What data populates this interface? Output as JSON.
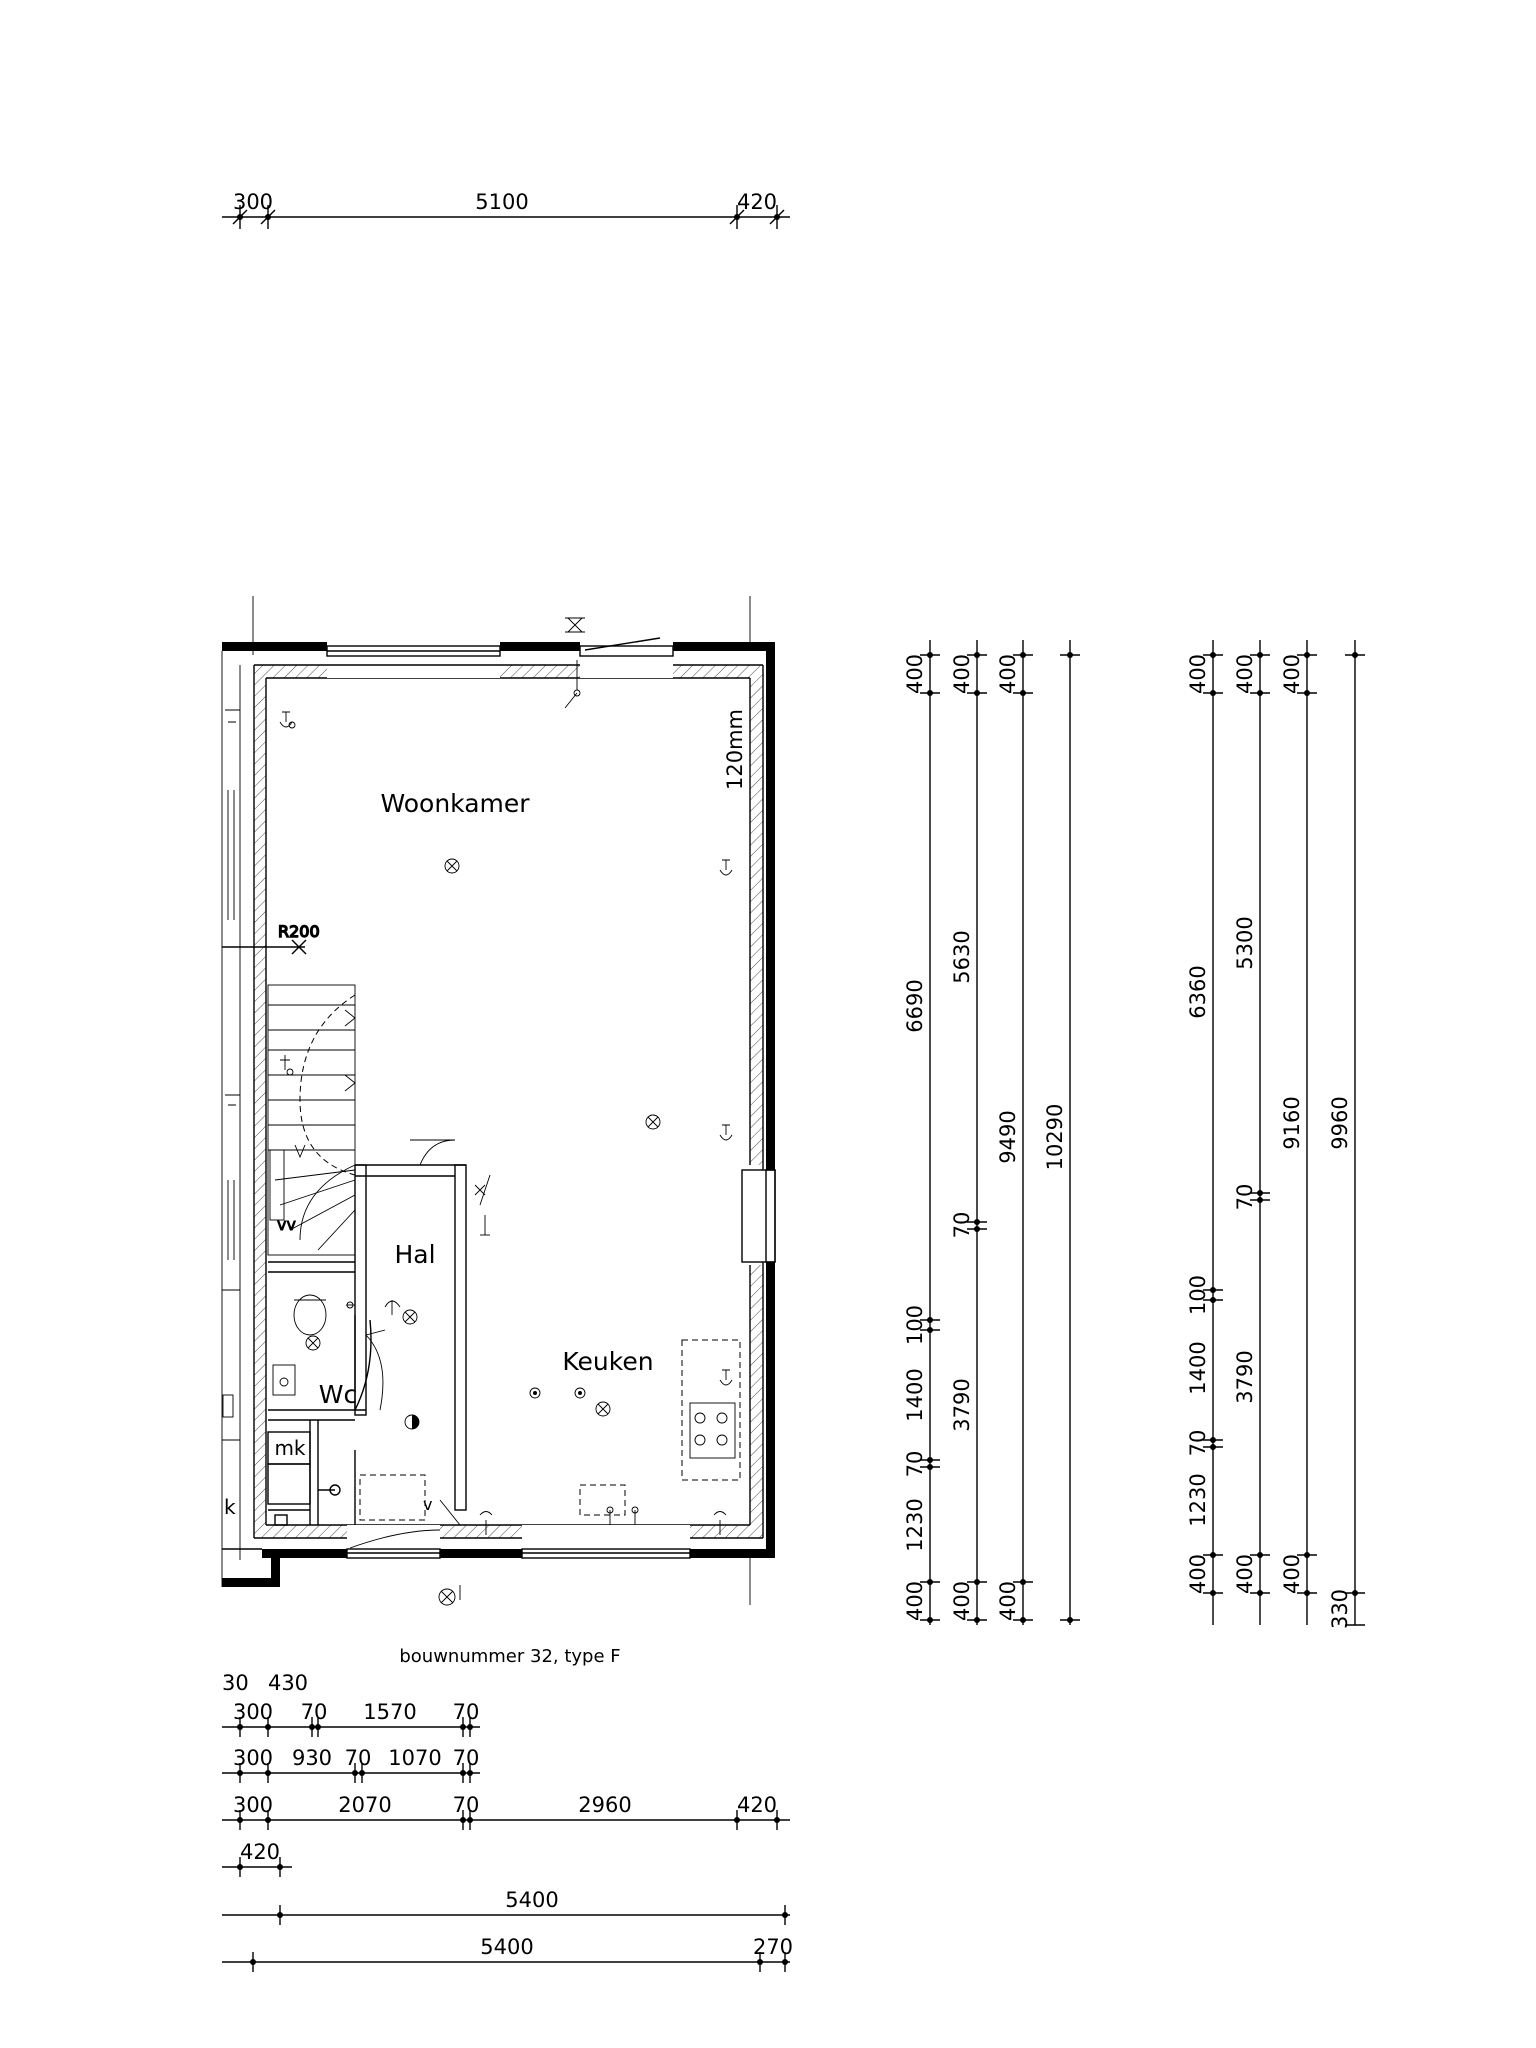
{
  "rooms": {
    "woonkamer": "Woonkamer",
    "keuken": "Keuken",
    "hal": "Hal",
    "wc": "Wc",
    "mk": "mk",
    "mk_partial": "k"
  },
  "annotations": {
    "wall_thickness": "120mm",
    "radius": "R200",
    "ventilation_a": "vv",
    "ventilation_b": "v"
  },
  "caption": "bouwnummer 32, type F",
  "dimensions": {
    "top_row": [
      "300",
      "5100",
      "420"
    ],
    "bottom_row_1": [
      "30",
      "430"
    ],
    "bottom_row_2": [
      "300",
      "70",
      "1570",
      "70"
    ],
    "bottom_row_3": [
      "300",
      "930",
      "70",
      "1070",
      "70"
    ],
    "bottom_row_4": [
      "300",
      "2070",
      "70",
      "2960",
      "420"
    ],
    "bottom_row_5": [
      "420"
    ],
    "bottom_row_6": [
      "5400"
    ],
    "bottom_row_7": [
      "5400",
      "270"
    ],
    "vertical_set_1": {
      "col_1": [
        "400",
        "6690",
        "100",
        "1400",
        "70",
        "1230",
        "400"
      ],
      "col_2": [
        "400",
        "5630",
        "70",
        "3790",
        "400"
      ],
      "col_3": [
        "400",
        "9490",
        "400"
      ],
      "col_4": [
        "10290"
      ]
    },
    "vertical_set_2": {
      "col_1": [
        "400",
        "6360",
        "100",
        "1400",
        "70",
        "1230",
        "400"
      ],
      "col_2": [
        "400",
        "5300",
        "70",
        "3790",
        "400"
      ],
      "col_3": [
        "400",
        "9160",
        "400"
      ],
      "col_4": [
        "9960",
        "330"
      ]
    }
  }
}
